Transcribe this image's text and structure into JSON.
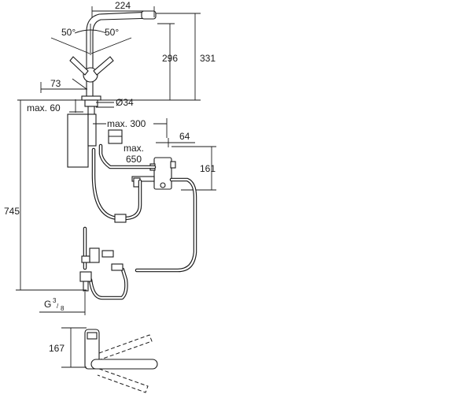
{
  "dimensions": {
    "spout_reach": "224",
    "swivel_angle_left": "50°",
    "swivel_angle_right": "50°",
    "height_to_spout": "296",
    "total_height": "331",
    "lever_offset": "73",
    "max_deck_thickness_label": "max. 60",
    "hole_diameter": "Ø34",
    "pullout_hose_max": "max. 300",
    "box_offset": "64",
    "max_650_line1": "max.",
    "max_650_line2": "650",
    "box_height": "161",
    "total_length": "745",
    "connection_thread_prefix": "G",
    "connection_thread_num": "3",
    "connection_thread_den": "8",
    "top_view_depth": "167"
  }
}
